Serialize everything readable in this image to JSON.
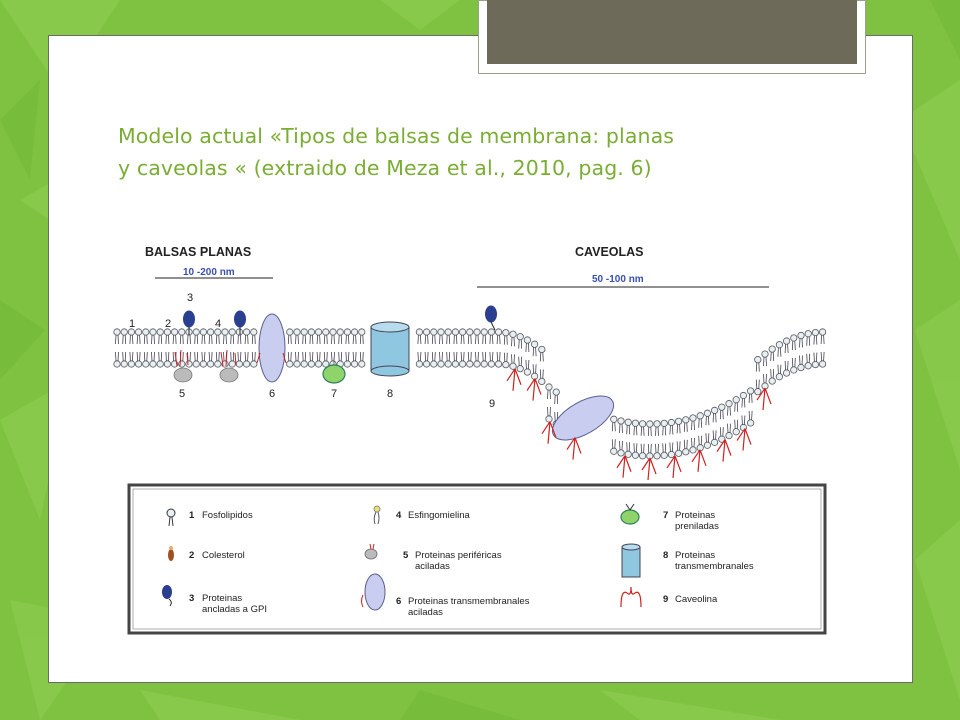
{
  "slide": {
    "title_line1": "Modelo actual «Tipos de balsas de membrana: planas",
    "title_line2": "y caveolas « (extraido de Meza et al., 2010, pag. 6)"
  },
  "diagram": {
    "flat_rafts": {
      "heading": "BALSAS PLANAS",
      "scale": "10 -200 nm"
    },
    "caveolae": {
      "heading": "CAVEOLAS",
      "scale": "50 -100 nm"
    },
    "markers": [
      "1",
      "2",
      "3",
      "4",
      "5",
      "6",
      "7",
      "8",
      "9"
    ]
  },
  "legend": {
    "items": [
      {
        "num": "1",
        "text": "Fosfolipidos"
      },
      {
        "num": "2",
        "text": "Colesterol"
      },
      {
        "num": "3",
        "text": "Proteinas",
        "text2": "ancladas a GPI"
      },
      {
        "num": "4",
        "text": "Esfingomielina"
      },
      {
        "num": "5",
        "text": "Proteinas periféricas",
        "text2": "aciladas"
      },
      {
        "num": "6",
        "text": "Proteinas transmembranales",
        "text2": "aciladas"
      },
      {
        "num": "7",
        "text": "Proteinas",
        "text2": "preniladas"
      },
      {
        "num": "8",
        "text": "Proteinas",
        "text2": "transmembranales"
      },
      {
        "num": "9",
        "text": "Caveolina"
      }
    ]
  },
  "colors": {
    "background_green": "#7fc241",
    "title_green": "#7aad33",
    "title_bar": "#6e6a5a",
    "gpi_protein": "#2a3f8f",
    "transmembrane": "#c9cdf0",
    "channel": "#8fc6e0",
    "caveolin": "#d02020"
  }
}
